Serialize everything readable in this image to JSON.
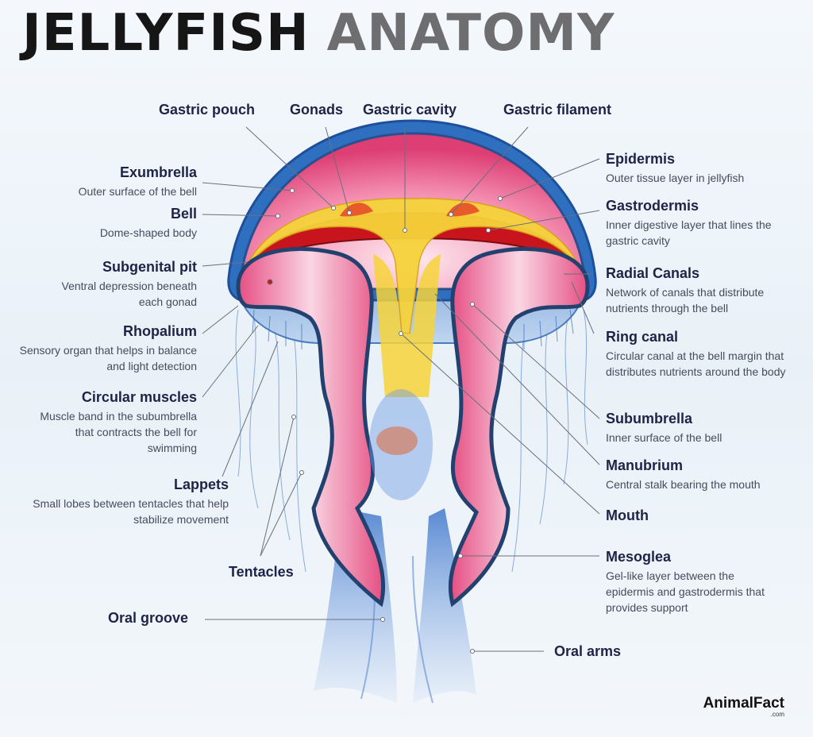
{
  "title": {
    "word1": "JELLYFISH",
    "word2": "ANATOMY"
  },
  "labels": {
    "gastric_pouch": {
      "name": "Gastric pouch"
    },
    "gonads": {
      "name": "Gonads"
    },
    "gastric_cavity": {
      "name": "Gastric cavity"
    },
    "gastric_filament": {
      "name": "Gastric filament"
    },
    "exumbrella": {
      "name": "Exumbrella",
      "desc": "Outer surface of the bell"
    },
    "bell": {
      "name": "Bell",
      "desc": "Dome-shaped body"
    },
    "subgenital_pit": {
      "name": "Subgenital pit",
      "desc": "Ventral depression beneath each gonad"
    },
    "rhopalium": {
      "name": "Rhopalium",
      "desc": "Sensory organ that helps in balance and light detection"
    },
    "circular_muscles": {
      "name": "Circular muscles",
      "desc": "Muscle band in the subumbrella that contracts the bell for swimming"
    },
    "lappets": {
      "name": "Lappets",
      "desc": "Small lobes between tentacles that help stabilize movement"
    },
    "tentacles": {
      "name": "Tentacles"
    },
    "oral_groove": {
      "name": "Oral groove"
    },
    "epidermis": {
      "name": "Epidermis",
      "desc": "Outer tissue layer in jellyfish"
    },
    "gastrodermis": {
      "name": "Gastrodermis",
      "desc": "Inner digestive layer that lines the gastric cavity"
    },
    "radial_canals": {
      "name": "Radial Canals",
      "desc": "Network of canals that distribute nutrients through the bell"
    },
    "ring_canal": {
      "name": "Ring canal",
      "desc": "Circular canal at the bell margin that distributes nutrients around the body"
    },
    "subumbrella": {
      "name": "Subumbrella",
      "desc": "Inner surface of the bell"
    },
    "manubrium": {
      "name": "Manubrium",
      "desc": "Central stalk bearing the mouth"
    },
    "mouth": {
      "name": "Mouth"
    },
    "mesoglea": {
      "name": "Mesoglea",
      "desc": "Gel-like layer between the epidermis and gastrodermis that provides support"
    },
    "oral_arms": {
      "name": "Oral arms"
    }
  },
  "brand": {
    "name": "AnimalFact",
    "sub": ".com"
  },
  "colors": {
    "bell_blue": "#2f6fc0",
    "tissue_pink": "#ea5f8d",
    "canal_red": "#c8141c",
    "cavity_yellow": "#f6d33a",
    "leader_line": "#6b6f7c"
  }
}
